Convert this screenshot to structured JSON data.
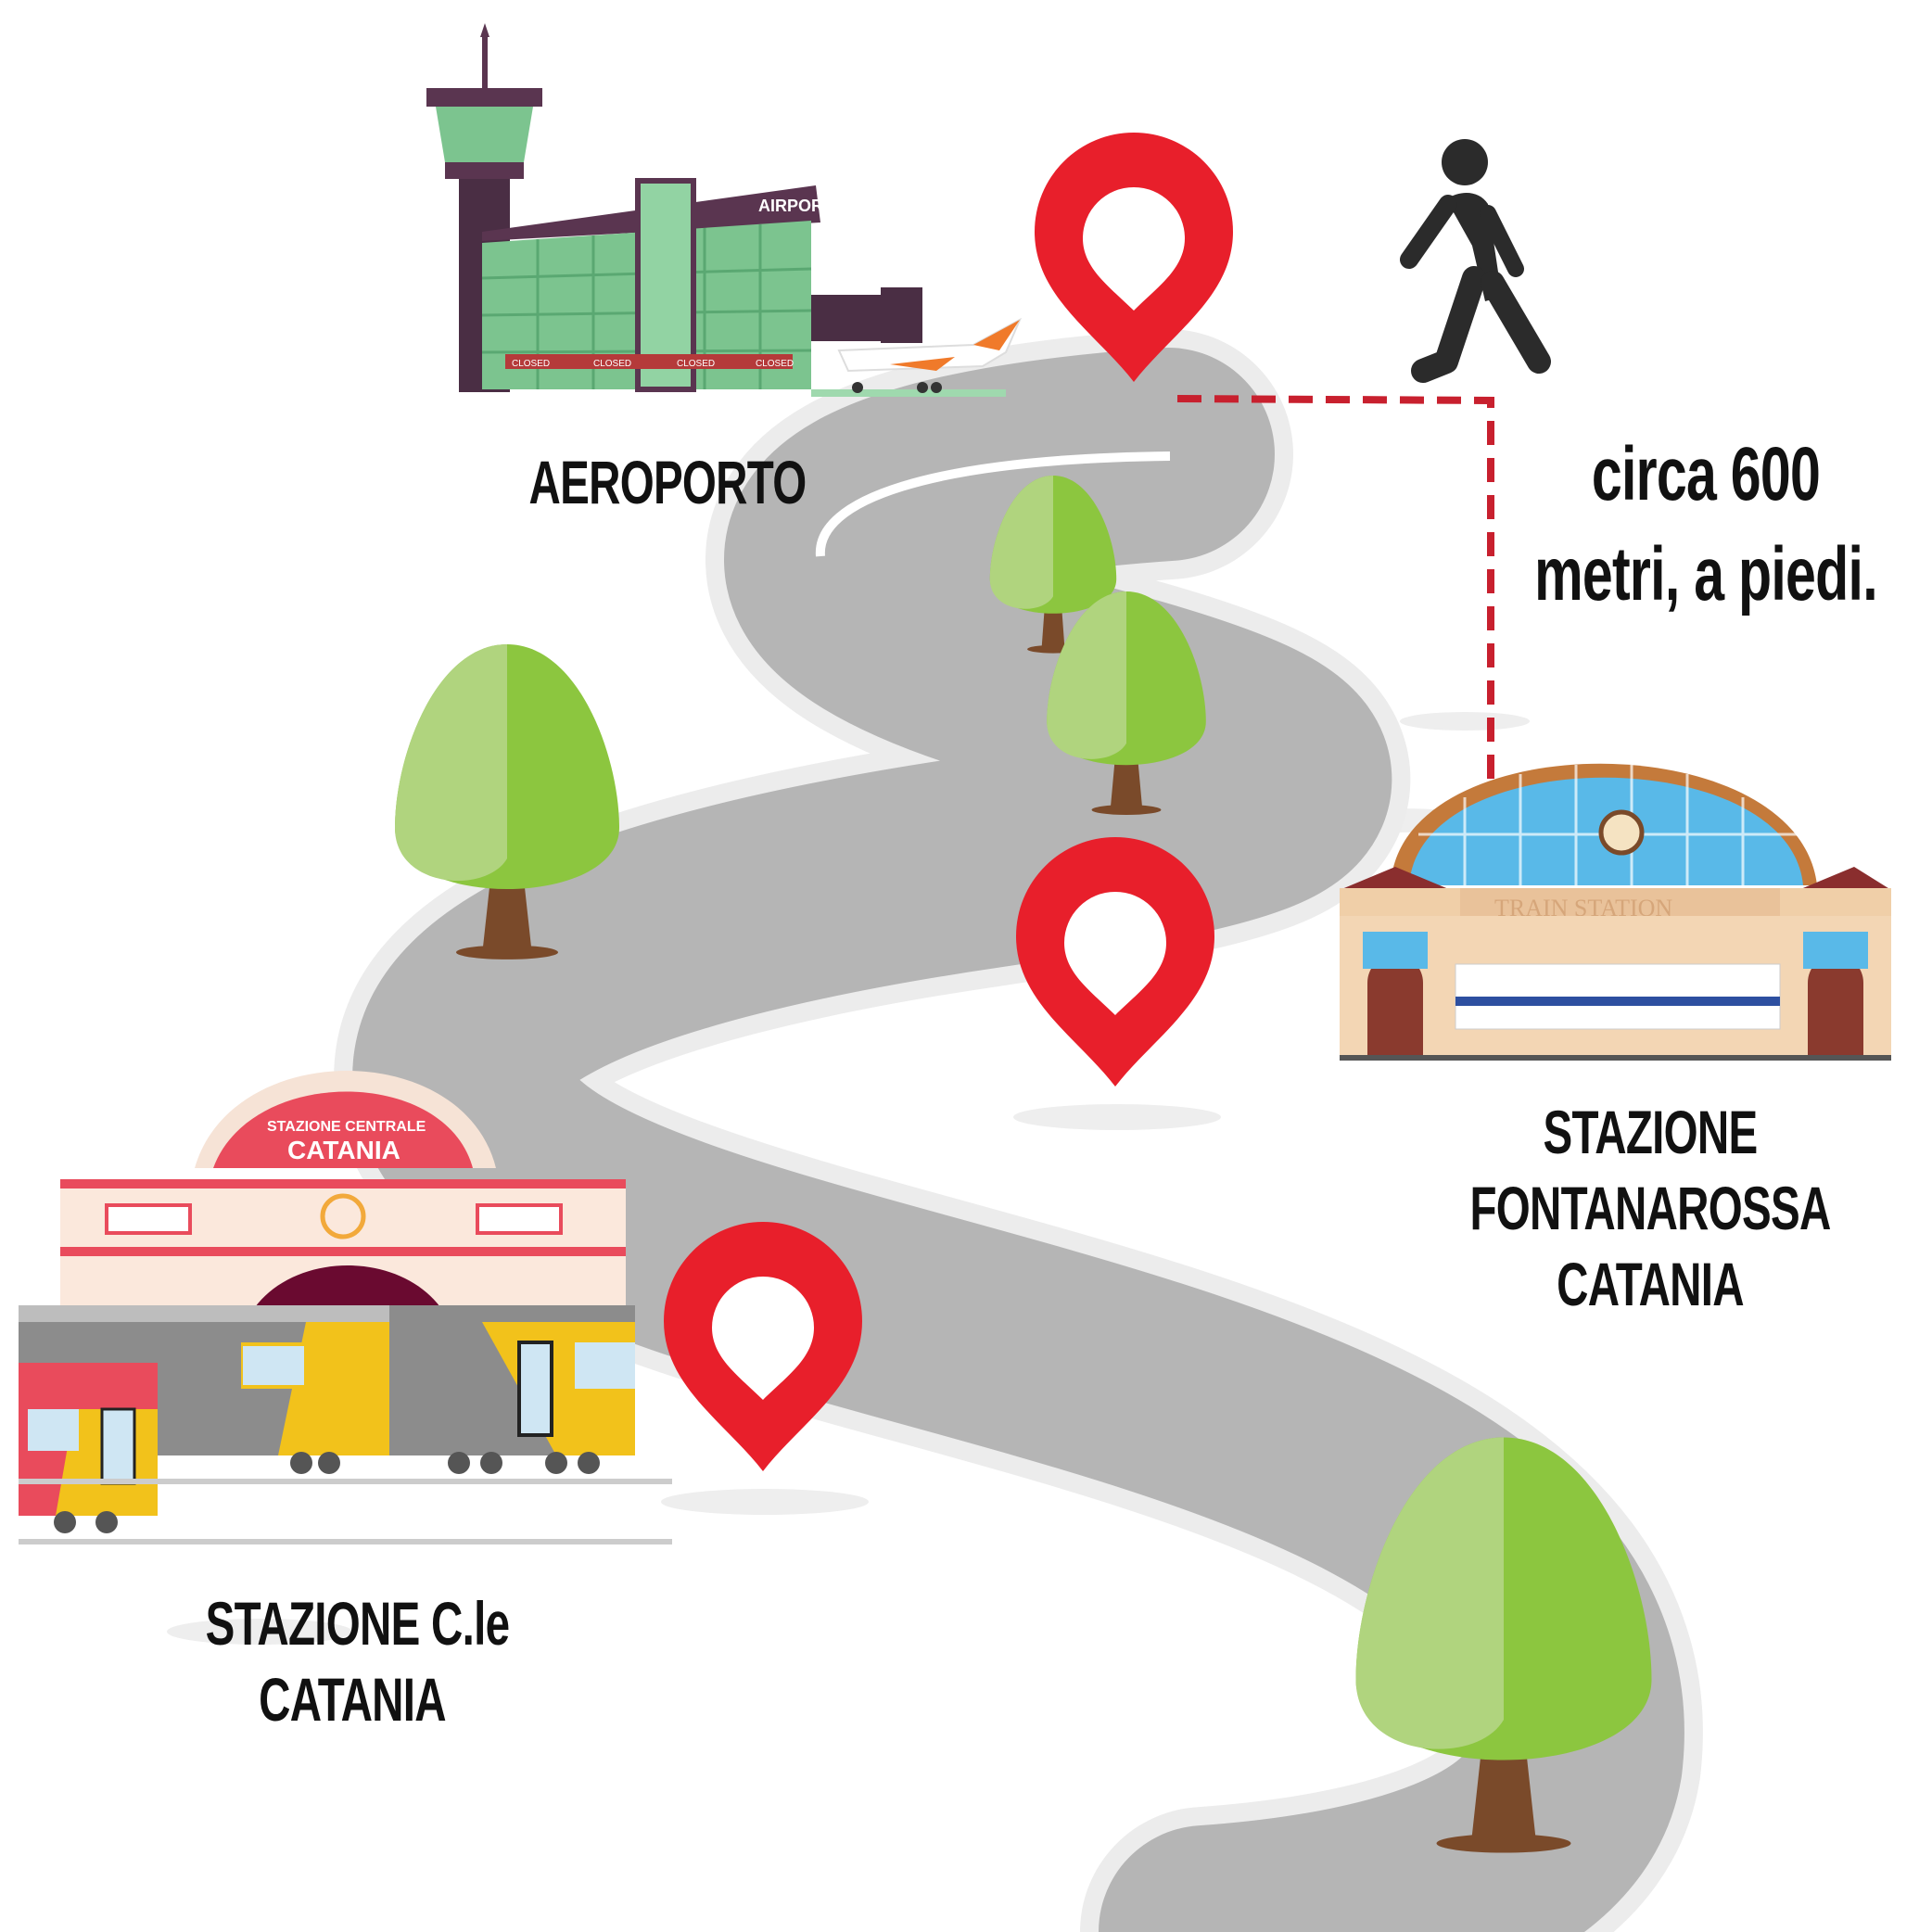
{
  "labels": {
    "airport": "AEROPORTO",
    "walk_line1": "circa 600",
    "walk_line2": "metri, a piedi.",
    "fontanarossa_line1": "STAZIONE",
    "fontanarossa_line2": "FONTANAROSSA",
    "fontanarossa_line3": "CATANIA",
    "centrale_line1": "STAZIONE  C.le",
    "centrale_line2": "CATANIA"
  },
  "signs": {
    "airport_sign": "AIRPORT",
    "airport_closed": "CLOSED",
    "train_station_sign": "TRAIN STATION",
    "centrale_sign_line1": "STAZIONE CENTRALE",
    "centrale_sign_line2": "CATANIA"
  },
  "colors": {
    "pin": "#e81f2b",
    "road": "#b5b5b5",
    "road_edge": "#ececec",
    "route_dash": "#c8202e",
    "tree_light": "#b0d47e",
    "tree_dark": "#8cc63f",
    "trunk": "#7a4a2a"
  },
  "icons": [
    "walking-person-icon",
    "location-pin-icon",
    "tree-icon",
    "airport-building-icon",
    "train-station-icon",
    "train-icon"
  ]
}
